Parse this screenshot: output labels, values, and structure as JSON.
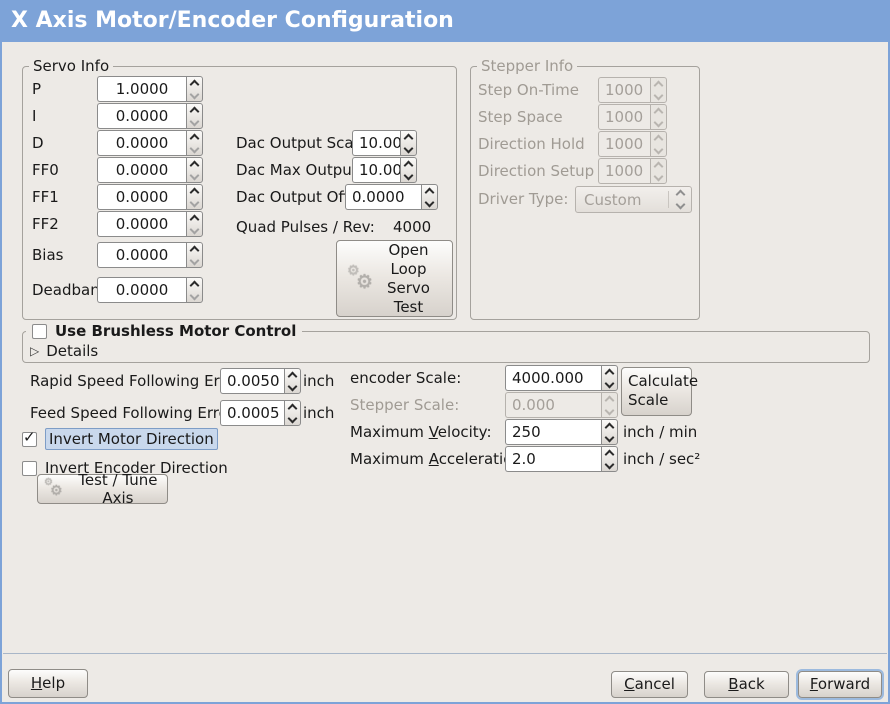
{
  "window": {
    "title": "X Axis Motor/Encoder Configuration"
  },
  "colors": {
    "titlebar": "#7da3d8",
    "window_bg": "#edeae6",
    "focus_highlight": "#c9d8ec"
  },
  "icons": {
    "gear": "⚙",
    "check": "✓",
    "expander_arrow": "▷"
  },
  "servo_info": {
    "title": "Servo Info",
    "params": [
      {
        "label": "P",
        "value": "1.0000"
      },
      {
        "label": "I",
        "value": "0.0000"
      },
      {
        "label": "D",
        "value": "0.0000"
      },
      {
        "label": "FF0",
        "value": "0.0000"
      },
      {
        "label": "FF1",
        "value": "0.0000"
      },
      {
        "label": "FF2",
        "value": "0.0000"
      },
      {
        "label": "Bias",
        "value": "0.0000"
      },
      {
        "label": "Deadband",
        "value": "0.0000"
      }
    ],
    "dac_rows": [
      {
        "label": "Dac Output Scale:",
        "value": "10.00"
      },
      {
        "label": "Dac Max Output:",
        "value": "10.00"
      },
      {
        "label": "Dac Output Offset:",
        "value": "0.0000"
      }
    ],
    "quad_pulses": {
      "label": "Quad Pulses / Rev:",
      "value": "4000"
    },
    "open_loop_button": "Open\nLoop\nServo\nTest"
  },
  "stepper_info": {
    "title": "Stepper Info",
    "rows": [
      {
        "label": "Step On-Time",
        "value": "1000"
      },
      {
        "label": "Step Space",
        "value": "1000"
      },
      {
        "label": "Direction Hold",
        "value": "1000"
      },
      {
        "label": "Direction Setup",
        "value": "1000"
      }
    ],
    "driver_type": {
      "label": "Driver Type:",
      "value": "Custom"
    }
  },
  "brushless": {
    "checkbox_label": "Use Brushless Motor Control",
    "checked": false,
    "details_label": "Details"
  },
  "following_error": {
    "rapid": {
      "label": "Rapid Speed Following Error:",
      "value": "0.0050",
      "unit": "inch"
    },
    "feed": {
      "label": "Feed Speed Following Error:",
      "value": "0.0005",
      "unit": "inch"
    }
  },
  "scale": {
    "encoder": {
      "label": "encoder Scale:",
      "value": "4000.000"
    },
    "stepper": {
      "label": "Stepper Scale:",
      "value": "0.000"
    },
    "calculate_button": "Calculate\nScale",
    "max_velocity": {
      "label_pre": "Maximum ",
      "label_key": "V",
      "label_post": "elocity:",
      "value": "250",
      "unit": "inch / min"
    },
    "max_acceleration": {
      "label_pre": "Maximum ",
      "label_key": "A",
      "label_post": "cceleration:",
      "value": "2.0",
      "unit": "inch / sec²"
    }
  },
  "direction": {
    "invert_motor": {
      "label": "Invert Motor Direction",
      "checked": true
    },
    "invert_encoder": {
      "label": "Invert Encoder Direction",
      "checked": false
    },
    "test_tune_button": "Test / Tune Axis"
  },
  "footer": {
    "help": {
      "pre": "",
      "key": "H",
      "post": "elp"
    },
    "cancel": {
      "pre": "",
      "key": "C",
      "post": "ancel"
    },
    "back": {
      "pre": "",
      "key": "B",
      "post": "ack"
    },
    "forward": {
      "pre": "",
      "key": "F",
      "post": "orward"
    }
  }
}
